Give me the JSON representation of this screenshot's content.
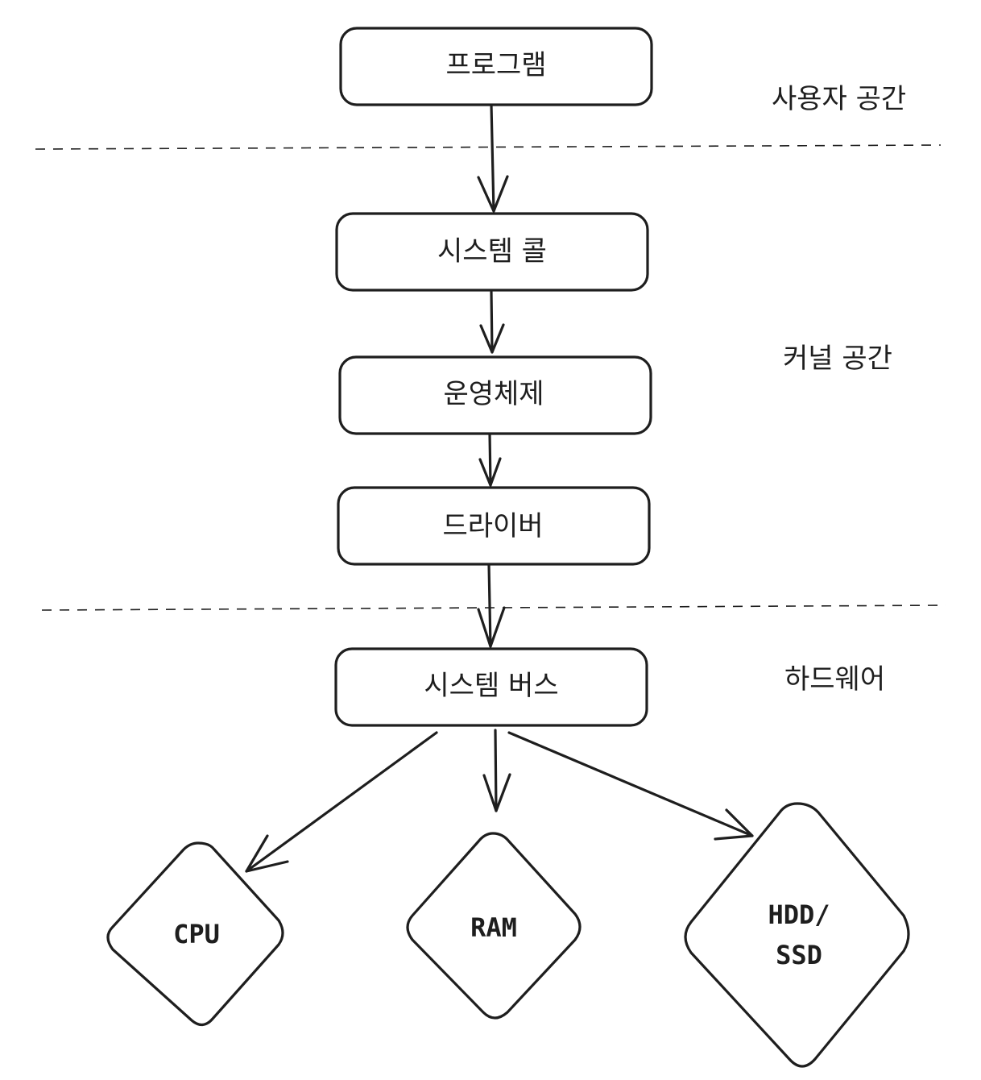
{
  "zones": {
    "user_space": "사용자 공간",
    "kernel_space": "커널 공간",
    "hardware": "하드웨어"
  },
  "boxes": {
    "program": "프로그램",
    "system_call": "시스템 콜",
    "os": "운영체제",
    "driver": "드라이버",
    "system_bus": "시스템 버스"
  },
  "devices": {
    "cpu": "CPU",
    "ram": "RAM",
    "storage_line1": "HDD/",
    "storage_line2": "SSD"
  },
  "colors": {
    "stroke": "#1e1e1e",
    "background": "#ffffff"
  }
}
